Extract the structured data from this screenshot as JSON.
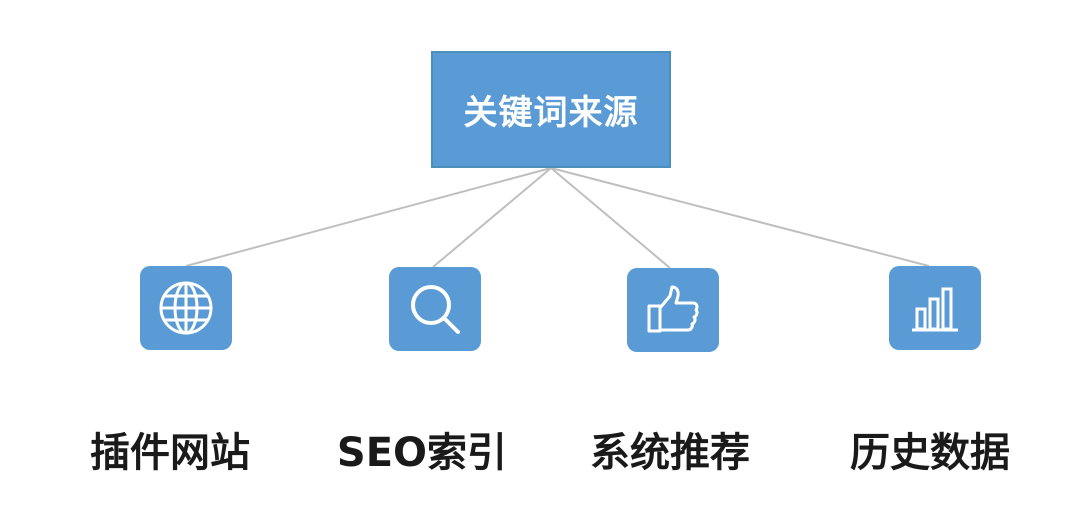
{
  "diagram": {
    "root": {
      "label": "关键词来源"
    },
    "children": [
      {
        "label": "插件网站",
        "icon": "globe-icon"
      },
      {
        "label": "SEO索引",
        "icon": "search-icon"
      },
      {
        "label": "系统推荐",
        "icon": "thumbs-up-icon"
      },
      {
        "label": "历史数据",
        "icon": "bar-chart-icon"
      }
    ],
    "colors": {
      "node_fill": "#5b9bd5",
      "connector": "#bfbfbf",
      "label_text": "#1a1a1a"
    }
  }
}
